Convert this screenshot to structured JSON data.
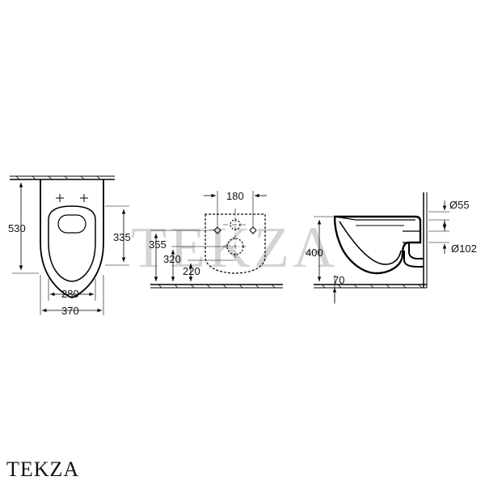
{
  "watermark": "TEKZA",
  "brand": "TEKZA",
  "front_view": {
    "height_total": "530",
    "width_inner": "280",
    "width_total": "370",
    "height_bowl": "335"
  },
  "rear_view": {
    "width_fixing": "180",
    "height_355": "355",
    "height_320": "320",
    "height_220": "220"
  },
  "side_view": {
    "height_400": "400",
    "offset_70": "70",
    "dia_55": "Ø55",
    "dia_102": "Ø102"
  }
}
